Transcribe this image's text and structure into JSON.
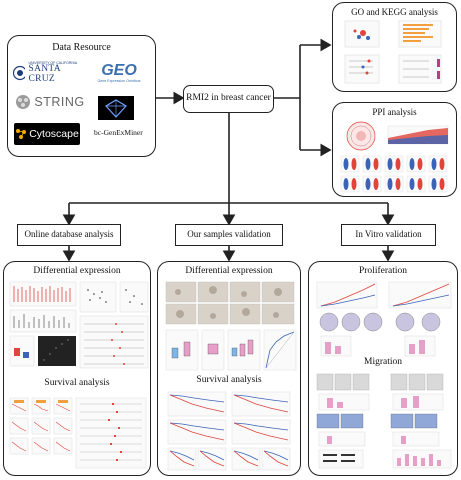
{
  "data_resource": {
    "title": "Data Resource",
    "logos": {
      "ucsc_small": "UNIVERSITY OF CALIFORNIA",
      "ucsc_big": "SANTA CRUZ",
      "geo_big": "GEO",
      "geo_small": "Gene Expression Omnibus",
      "string": "STRING",
      "cytoscape": "Cytoscape",
      "bcgenexminer": "bc-GenExMiner"
    }
  },
  "center": {
    "label": "RMI2 in breast cancer"
  },
  "go_kegg": {
    "title": "GO and KEGG analysis"
  },
  "ppi": {
    "title": "PPI analysis"
  },
  "headers": {
    "online": "Online database analysis",
    "samples": "Our  samples validation",
    "invitro": "In Vitro validation"
  },
  "online_panel": {
    "section1": "Differential expression",
    "section2": "Survival analysis"
  },
  "samples_panel": {
    "section1": "Differential expression",
    "section2": "Survival analysis"
  },
  "invitro_panel": {
    "section1": "Proliferation",
    "section2": "Migration"
  },
  "colors": {
    "line": "#222222",
    "accent_red": "#e0443a",
    "accent_blue": "#3b63b8",
    "accent_pink": "#e6a0c8"
  }
}
